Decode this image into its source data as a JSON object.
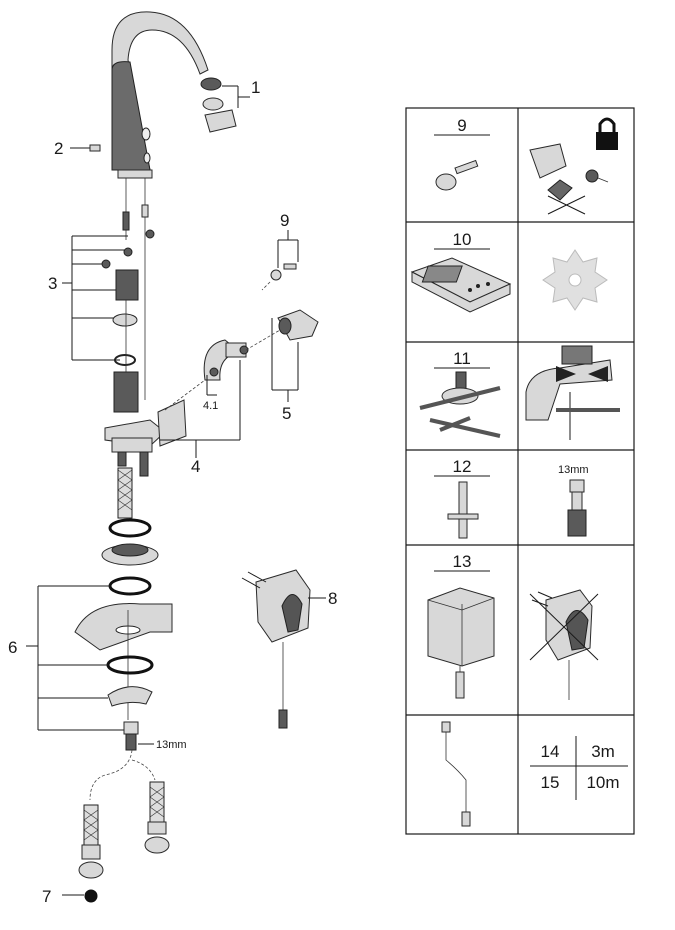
{
  "exploded_view": {
    "callouts": {
      "c1": "1",
      "c2": "2",
      "c3": "3",
      "c4": "4",
      "c41": "4.1",
      "c5": "5",
      "c6": "6",
      "c7": "7",
      "c8": "8",
      "c9": "9"
    },
    "size_label_hose": "13mm"
  },
  "parts_table": {
    "cells": {
      "r9": "9",
      "r10": "10",
      "r11": "11",
      "r12": "12",
      "r12_size": "13mm",
      "r13": "13"
    },
    "cable_lengths": {
      "row1_no": "14",
      "row1_len": "3m",
      "row2_no": "15",
      "row2_len": "10m"
    }
  }
}
